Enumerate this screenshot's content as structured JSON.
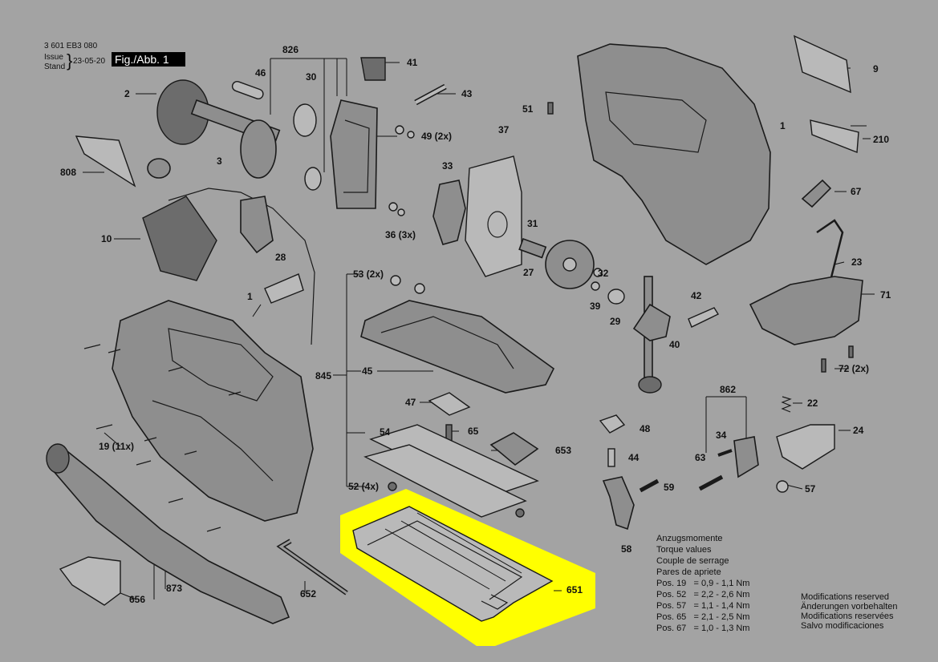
{
  "header": {
    "doc_number": "3 601 EB3 080",
    "issue_label_line1": "Issue",
    "issue_label_line2": "Stand",
    "issue_date": "23-05-20",
    "figure_label": "Fig./Abb. 1"
  },
  "parts": {
    "p1a": "1",
    "p1b": "1",
    "p2": "2",
    "p3": "3",
    "p9": "9",
    "p10": "10",
    "p19": "19 (11x)",
    "p21": "210",
    "p22": "22",
    "p23": "23",
    "p24": "24",
    "p27": "27",
    "p28": "28",
    "p29": "29",
    "p30": "30",
    "p31": "31",
    "p32": "32",
    "p33": "33",
    "p34": "34",
    "p36": "36 (3x)",
    "p37": "37",
    "p39": "39",
    "p40": "40",
    "p41": "41",
    "p42": "42",
    "p43": "43",
    "p44": "44",
    "p45": "45",
    "p46": "46",
    "p47": "47",
    "p48": "48",
    "p49": "49 (2x)",
    "p51": "51",
    "p52": "52 (4x)",
    "p53": "53 (2x)",
    "p54": "54",
    "p57": "57",
    "p58": "58",
    "p59": "59",
    "p63": "63",
    "p65": "65",
    "p67": "67",
    "p71": "71",
    "p72": "72 (2x)",
    "p651": "651",
    "p652": "652",
    "p653": "653",
    "p656": "656",
    "p808": "808",
    "p826": "826",
    "p845": "845",
    "p862": "862",
    "p873": "873"
  },
  "torque": {
    "title_de": "Anzugsmomente",
    "title_en": "Torque values",
    "title_fr": "Couple de serrage",
    "title_ro": "Pares de apriete",
    "rows": [
      "Pos. 19   = 0,9 - 1,1 Nm",
      "Pos. 52   = 2,2 - 2,6 Nm",
      "Pos. 57   = 1,1 - 1,4 Nm",
      "Pos. 65   = 2,1 - 2,5 Nm",
      "Pos. 67   = 1,0 - 1,3 Nm"
    ]
  },
  "modifications": [
    "Modifications reserved",
    "Änderungen vorbehalten",
    "Modifications reservées",
    "Salvo modificaciones"
  ],
  "colors": {
    "background": "#a3a3a3",
    "highlight": "#ffff00"
  }
}
